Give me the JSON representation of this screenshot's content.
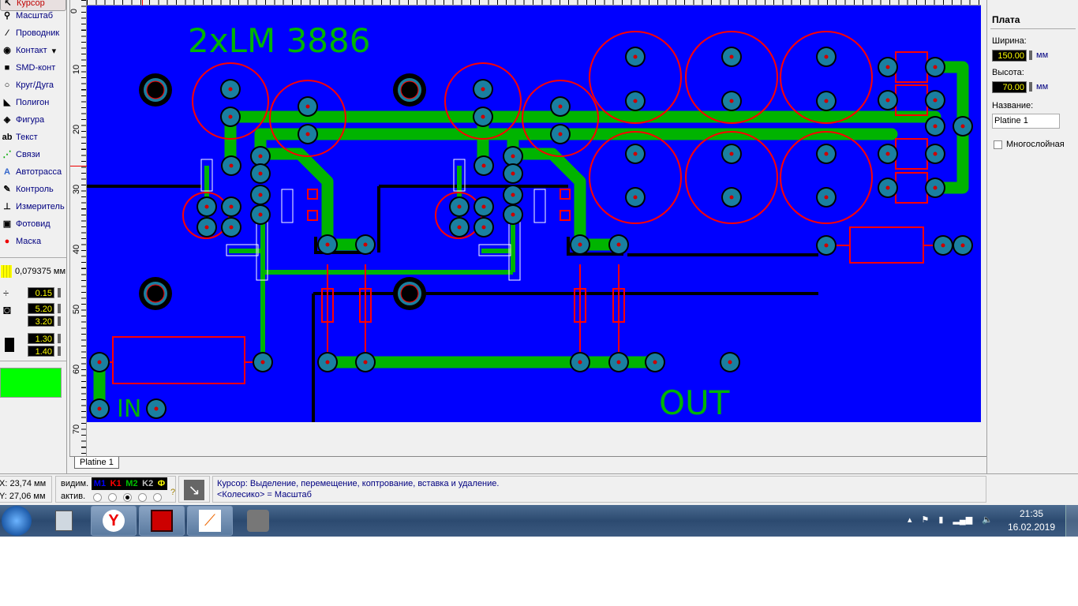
{
  "toolbar": {
    "items": [
      {
        "label": "Курсор",
        "icon": "cursor-icon"
      },
      {
        "label": "Масштаб",
        "icon": "zoom-icon"
      },
      {
        "label": "Проводник",
        "icon": "track-icon"
      },
      {
        "label": "Контакт",
        "icon": "pad-icon"
      },
      {
        "label": "SMD-конт",
        "icon": "smd-pad-icon"
      },
      {
        "label": "Круг/Дуга",
        "icon": "circle-icon"
      },
      {
        "label": "Полигон",
        "icon": "polygon-icon"
      },
      {
        "label": "Фигура",
        "icon": "shape-icon"
      },
      {
        "label": "Текст",
        "icon": "text-icon"
      },
      {
        "label": "Связи",
        "icon": "connections-icon"
      },
      {
        "label": "Автотрасса",
        "icon": "autoroute-icon"
      },
      {
        "label": "Контроль",
        "icon": "check-icon"
      },
      {
        "label": "Измеритель",
        "icon": "measure-icon"
      },
      {
        "label": "Фотовид",
        "icon": "camera-icon"
      },
      {
        "label": "Маска",
        "icon": "mask-icon"
      }
    ],
    "grid": "0,079375 мм",
    "track_width": "0.15",
    "pad_outer": "5.20",
    "pad_inner": "3.20",
    "smd_w": "1.30",
    "smd_h": "1.40",
    "layer_color": "#00ff00"
  },
  "ruler": {
    "v_labels": [
      "0",
      "10",
      "20",
      "30",
      "40",
      "50",
      "60",
      "70"
    ]
  },
  "board": {
    "title_text": "2xLM 3886",
    "in_label": "IN",
    "out_label": "OUT",
    "bg": "#0000ff",
    "copper": "#00b400"
  },
  "tabs": [
    "Platine 1"
  ],
  "right_panel": {
    "title": "Плата",
    "width_label": "Ширина:",
    "width": "150.00",
    "height_label": "Высота:",
    "height": "70.00",
    "unit": "мм",
    "name_label": "Название:",
    "name": "Platine 1",
    "multilayer": "Многослойная"
  },
  "status": {
    "x": "X:  23,74 мм",
    "y": "Y:  27,06 мм",
    "visible_label": "видим.",
    "active_label": "актив.",
    "layers": [
      {
        "n": "M1",
        "c": "#0000ff"
      },
      {
        "n": "K1",
        "c": "#ff0000"
      },
      {
        "n": "M2",
        "c": "#00c000"
      },
      {
        "n": "K2",
        "c": "#c0c0c0"
      },
      {
        "n": "Ф",
        "c": "#ffff00"
      }
    ],
    "help": "?",
    "hint1": "Курсор: Выделение, перемещение, коптрование, вставка и удаление.",
    "hint2": "<Колесико> = Масштаб"
  },
  "taskbar": {
    "time": "21:35",
    "date": "16.02.2019"
  }
}
